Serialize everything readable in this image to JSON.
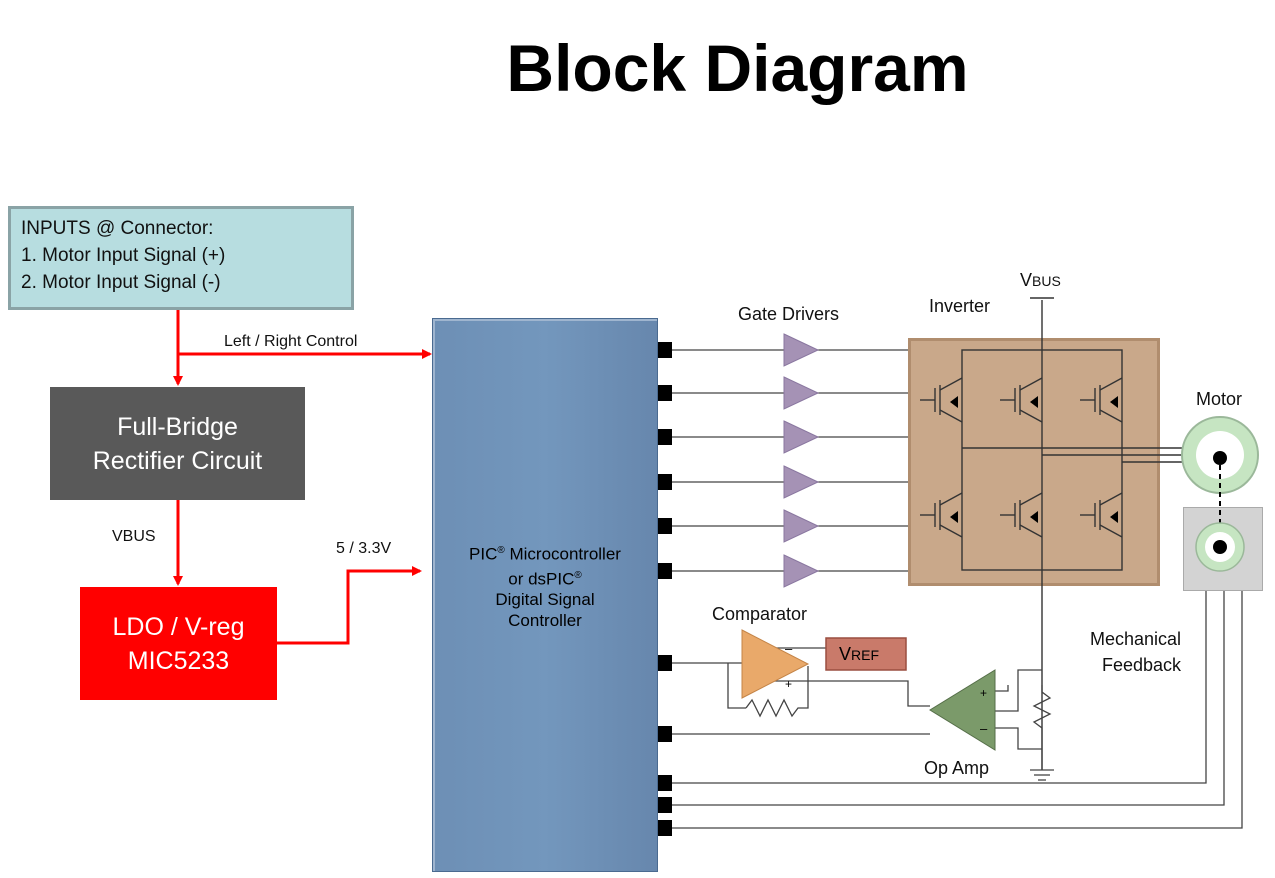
{
  "title": "Block Diagram",
  "inputs": {
    "heading": "INPUTS @ Connector:",
    "line1": "1. Motor Input Signal (+)",
    "line2": "2. Motor Input Signal (-)"
  },
  "left_right_control": "Left / Right Control",
  "rectifier": {
    "line1": "Full-Bridge",
    "line2": "Rectifier Circuit"
  },
  "vbus_label": "VBUS",
  "ldo": {
    "line1": "LDO / V-reg",
    "line2": "MIC5233"
  },
  "voltage_label": "5 / 3.3V",
  "mcu": {
    "line1a": "PIC",
    "line1reg": "®",
    "line1b": " Microcontroller",
    "line2a": "or dsPIC",
    "line2reg": "®",
    "line3": "Digital Signal",
    "line4": "Controller"
  },
  "gate_drivers": "Gate Drivers",
  "inverter": "Inverter",
  "vbus_top": {
    "main": "V",
    "sub": "BUS"
  },
  "motor": "Motor",
  "comparator": "Comparator",
  "vref": {
    "main": "V",
    "sub": "REF"
  },
  "op_amp": "Op Amp",
  "mech_feedback": {
    "line1": "Mechanical",
    "line2": "Feedback"
  },
  "colors": {
    "red_wire": "#ff0000",
    "mcu_blue": "#7397bd",
    "inputs_teal": "#b7dde0",
    "rectifier_gray": "#595959",
    "inverter_tan": "#c9a88a",
    "driver_purple": "#a592b5",
    "comparator_orange": "#e9a96a",
    "opamp_green": "#7b9a6a",
    "vref_red": "#c97a6a",
    "motor_green": "#c6e5c2"
  }
}
